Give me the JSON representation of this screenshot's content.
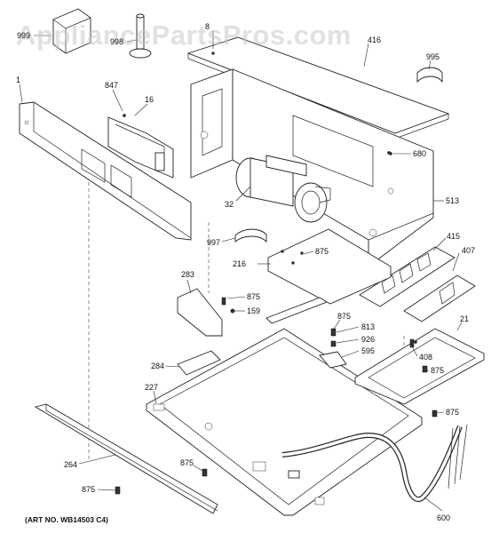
{
  "watermark": "AppliancePartsPros.com",
  "art_number": "(ART NO. WB14503 C4)",
  "callouts": {
    "c999": "999",
    "c998": "998",
    "c8": "8",
    "c416": "416",
    "c995": "995",
    "c1": "1",
    "c847": "847",
    "c16": "16",
    "c680": "680",
    "c513": "513",
    "c32": "32",
    "c997": "997",
    "c415": "415",
    "c407": "407",
    "c875a": "875",
    "c216": "216",
    "c283": "283",
    "c875b": "875",
    "c159": "159",
    "c875c": "875",
    "c813": "813",
    "c926": "926",
    "c595": "595",
    "c21": "21",
    "c408": "408",
    "c875d": "875",
    "c284": "284",
    "c227": "227",
    "c875e": "875",
    "c264": "264",
    "c875f": "875",
    "c875g": "875",
    "c600": "600"
  }
}
